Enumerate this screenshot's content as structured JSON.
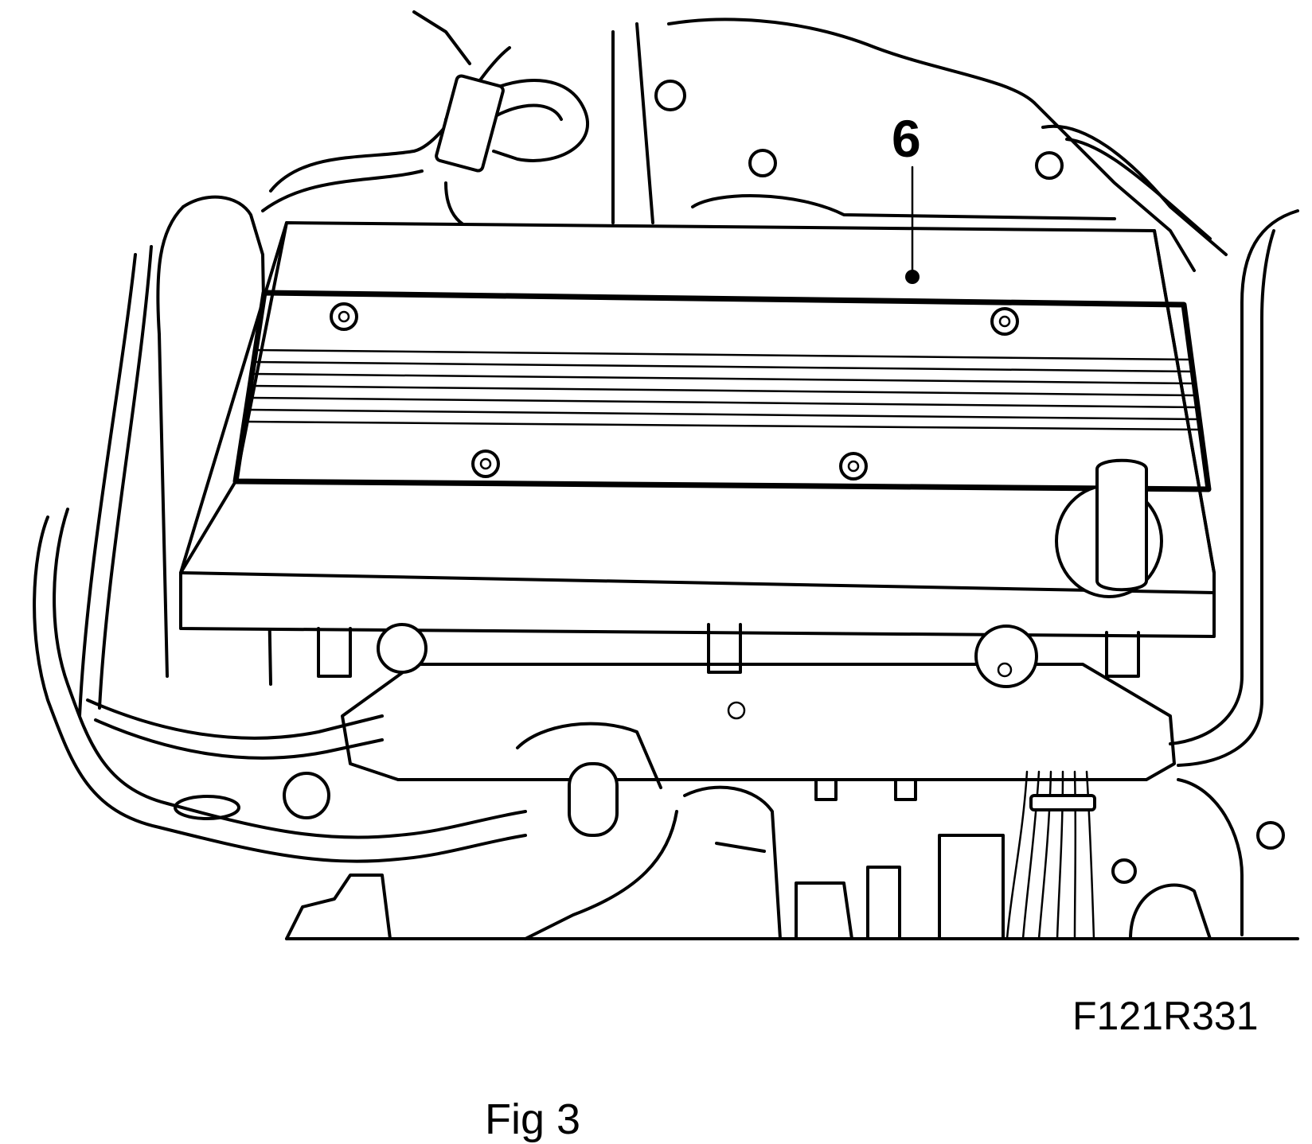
{
  "diagram": {
    "callout_number": "6",
    "figure_code": "F121R331",
    "caption": "Fig 3"
  },
  "icons": [
    "engine-drawing"
  ]
}
